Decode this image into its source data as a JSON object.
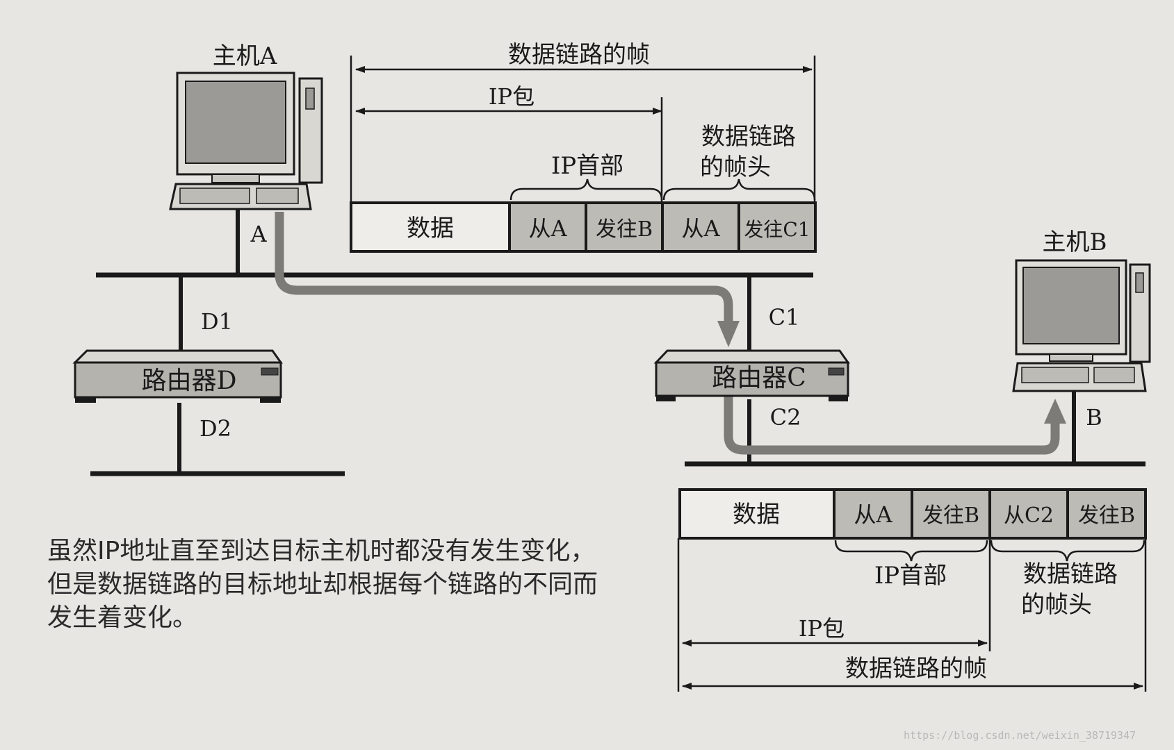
{
  "colors": {
    "background": "#e7e6e2",
    "ink": "#1a1a1a",
    "arrow_path": "#7d7b77",
    "header_cell_fill": "#bdbbb6",
    "screen_fill": "#9c9a96",
    "device_fill": "#c9c7c2"
  },
  "hosts": {
    "a": {
      "title": "主机A",
      "port_label": "A"
    },
    "b": {
      "title": "主机B",
      "port_label": "B"
    }
  },
  "routers": {
    "d": {
      "name": "路由器D",
      "port_top": "D1",
      "port_bottom": "D2"
    },
    "c": {
      "name": "路由器C",
      "port_top": "C1",
      "port_bottom": "C2"
    }
  },
  "frame_top": {
    "frame_label": "数据链路的帧",
    "packet_label": "IP包",
    "ip_header_label": "IP首部",
    "dl_header_label_line1": "数据链路",
    "dl_header_label_line2": "的帧头",
    "cells": [
      "数据",
      "从A",
      "发往B",
      "从A",
      "发往C1"
    ]
  },
  "frame_bottom": {
    "frame_label": "数据链路的帧",
    "packet_label": "IP包",
    "ip_header_label": "IP首部",
    "dl_header_label_line1": "数据链路",
    "dl_header_label_line2": "的帧头",
    "cells": [
      "数据",
      "从A",
      "发往B",
      "从C2",
      "发往B"
    ]
  },
  "caption": {
    "line1": "虽然IP地址直至到达目标主机时都没有发生变化，",
    "line2": "但是数据链路的目标地址却根据每个链路的不同而",
    "line3": "发生着变化。"
  },
  "watermark": "https://blog.csdn.net/weixin_38719347"
}
